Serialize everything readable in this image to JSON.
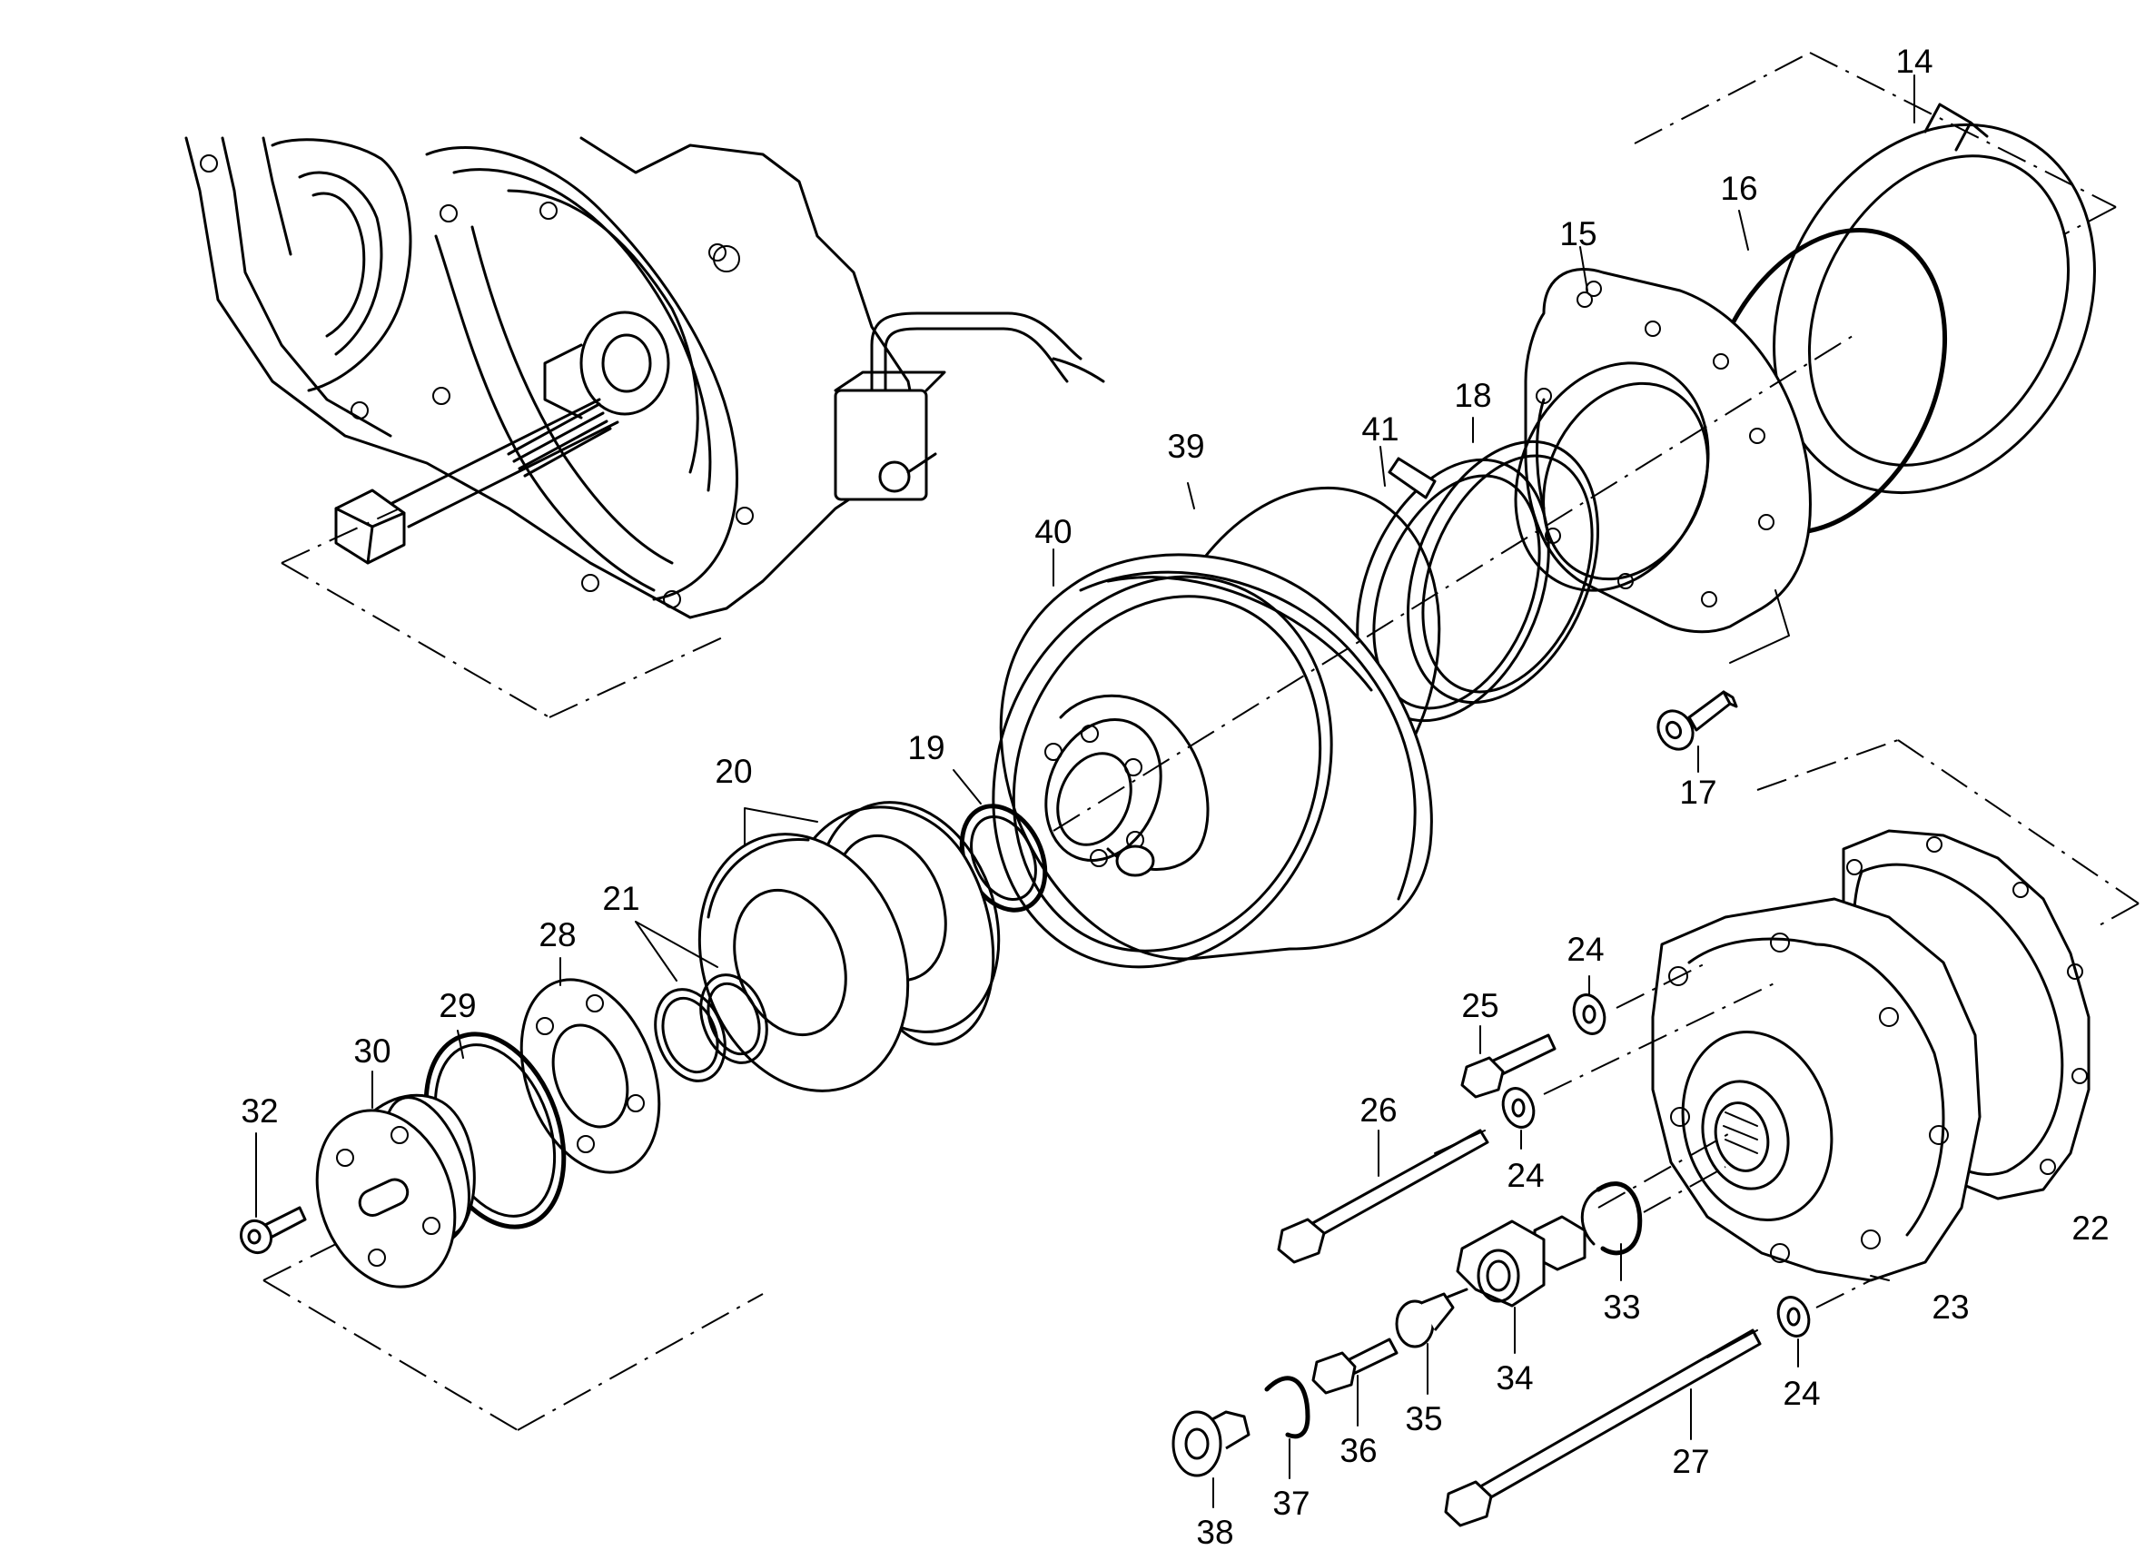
{
  "diagram": {
    "callouts": [
      {
        "id": "c14",
        "text": "14"
      },
      {
        "id": "c15",
        "text": "15"
      },
      {
        "id": "c16",
        "text": "16"
      },
      {
        "id": "c17",
        "text": "17"
      },
      {
        "id": "c18",
        "text": "18"
      },
      {
        "id": "c19",
        "text": "19"
      },
      {
        "id": "c20",
        "text": "20"
      },
      {
        "id": "c21",
        "text": "21"
      },
      {
        "id": "c22",
        "text": "22"
      },
      {
        "id": "c23",
        "text": "23"
      },
      {
        "id": "c24a",
        "text": "24"
      },
      {
        "id": "c24b",
        "text": "24"
      },
      {
        "id": "c24c",
        "text": "24"
      },
      {
        "id": "c25",
        "text": "25"
      },
      {
        "id": "c26",
        "text": "26"
      },
      {
        "id": "c27",
        "text": "27"
      },
      {
        "id": "c28",
        "text": "28"
      },
      {
        "id": "c29",
        "text": "29"
      },
      {
        "id": "c30",
        "text": "30"
      },
      {
        "id": "c32",
        "text": "32"
      },
      {
        "id": "c33",
        "text": "33"
      },
      {
        "id": "c34",
        "text": "34"
      },
      {
        "id": "c35",
        "text": "35"
      },
      {
        "id": "c36",
        "text": "36"
      },
      {
        "id": "c37",
        "text": "37"
      },
      {
        "id": "c38",
        "text": "38"
      },
      {
        "id": "c39",
        "text": "39"
      },
      {
        "id": "c40",
        "text": "40"
      },
      {
        "id": "c41",
        "text": "41"
      }
    ]
  }
}
